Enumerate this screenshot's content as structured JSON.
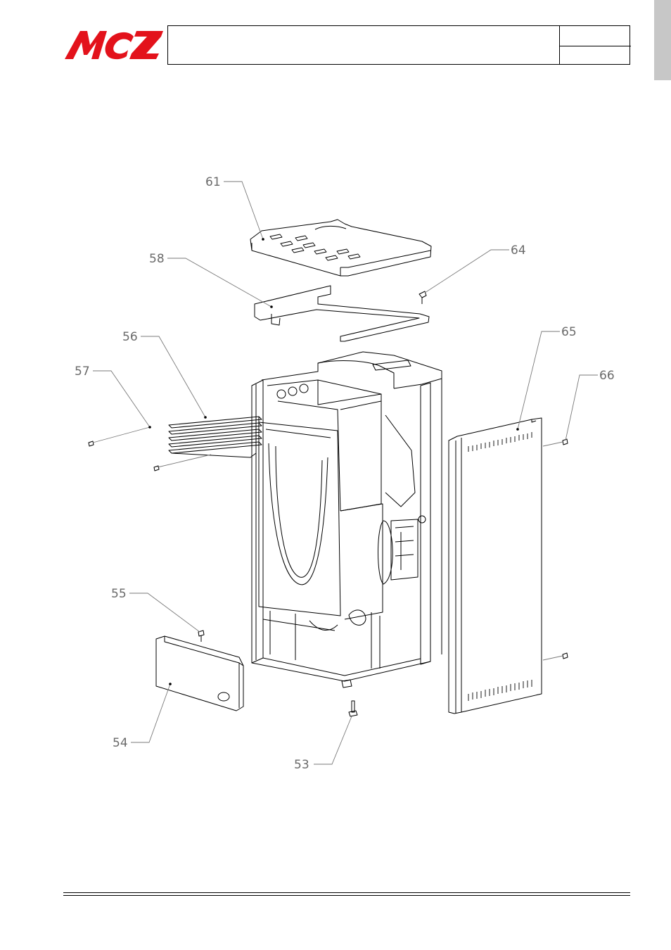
{
  "brand": {
    "name": "MCZ",
    "color": "#e3121b"
  },
  "header": {
    "title": "",
    "cell_top": "",
    "cell_bottom": ""
  },
  "callouts": [
    {
      "id": "61",
      "label": "61"
    },
    {
      "id": "58",
      "label": "58"
    },
    {
      "id": "64",
      "label": "64"
    },
    {
      "id": "56",
      "label": "56"
    },
    {
      "id": "57",
      "label": "57"
    },
    {
      "id": "65",
      "label": "65"
    },
    {
      "id": "66",
      "label": "66"
    },
    {
      "id": "55",
      "label": "55"
    },
    {
      "id": "54",
      "label": "54"
    },
    {
      "id": "53",
      "label": "53"
    }
  ]
}
